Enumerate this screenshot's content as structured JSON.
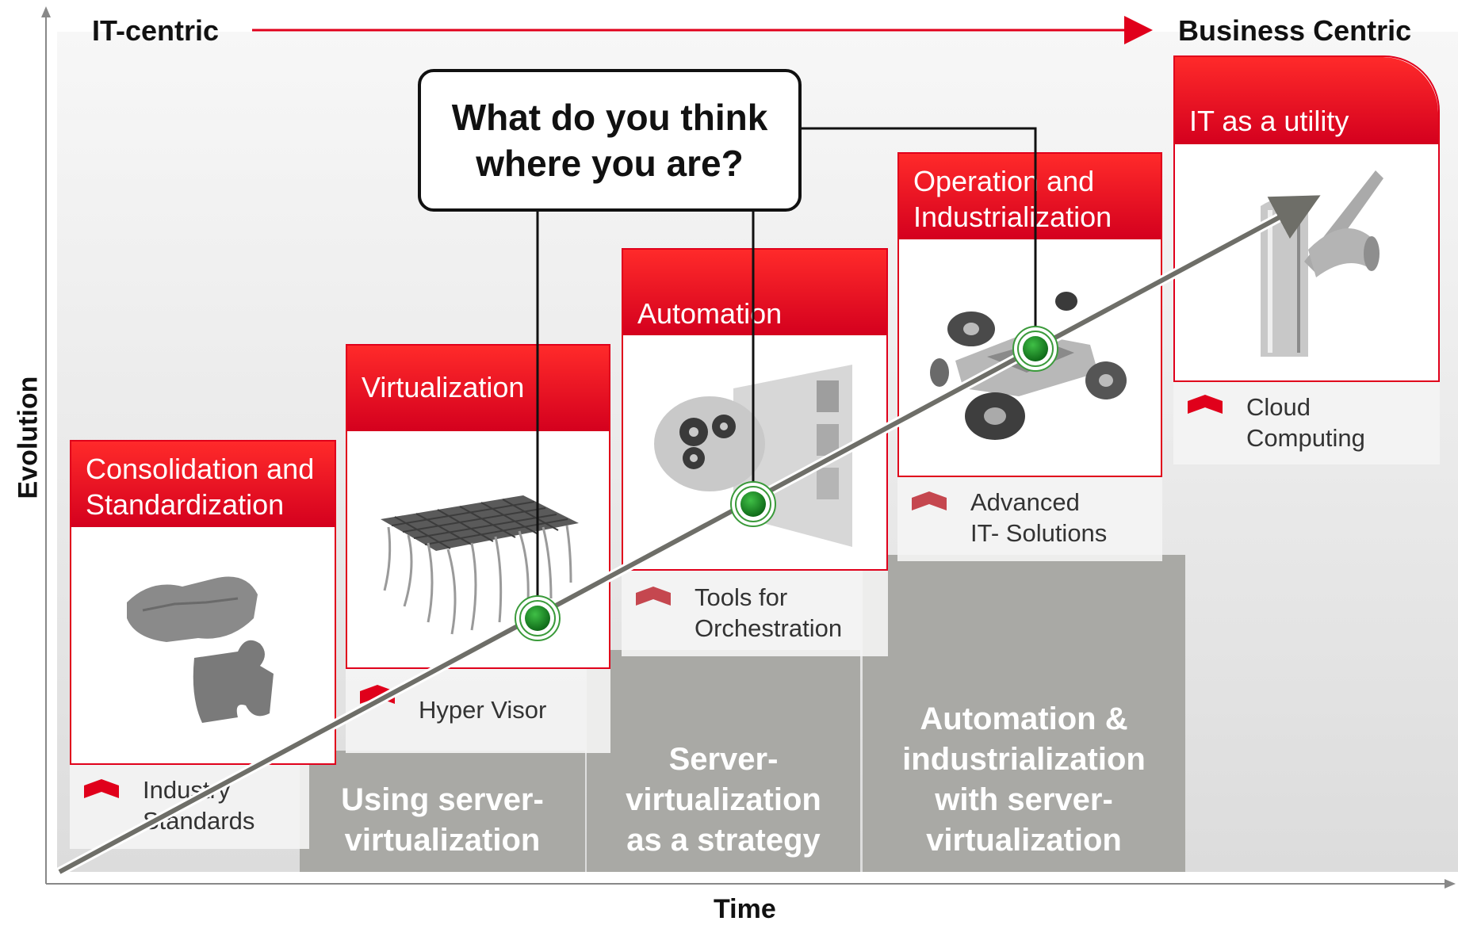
{
  "header": {
    "left_label": "IT-centric",
    "right_label": "Business Centric"
  },
  "axes": {
    "y_label": "Evolution",
    "x_label": "Time"
  },
  "callout": {
    "line1": "What do you think",
    "line2": "where you are?"
  },
  "stages": [
    {
      "title_line1": "Consolidation and",
      "title_line2": "Standardization",
      "image": "puzzle-pieces-image",
      "tag_line1": "Industry",
      "tag_line2": "Standards"
    },
    {
      "title_line1": "Virtualization",
      "title_line2": "",
      "image": "server-grid-image",
      "tag_line1": "Hyper Visor",
      "tag_line2": ""
    },
    {
      "title_line1": "Automation",
      "title_line2": "",
      "image": "gears-panel-image",
      "tag_line1": "Tools for",
      "tag_line2": "Orchestration"
    },
    {
      "title_line1": "Operation and",
      "title_line2": "Industrialization",
      "image": "exploded-car-image",
      "tag_line1": "Advanced",
      "tag_line2": "IT- Solutions"
    },
    {
      "title_line1": "IT as a utility",
      "title_line2": "",
      "image": "faucet-image",
      "tag_line1": "Cloud",
      "tag_line2": "Computing"
    }
  ],
  "bands": [
    {
      "lines": [
        "Using server-",
        "virtualization"
      ]
    },
    {
      "lines": [
        "Server-",
        "virtualization",
        "as a strategy"
      ]
    },
    {
      "lines": [
        "Automation &",
        "industrialization",
        "with server-",
        "virtualization"
      ]
    }
  ],
  "colors": {
    "accent_red": "#e0001b",
    "band_gray": "#a9a9a5",
    "marker_green": "#1a8a2a",
    "arrow_gray": "#6e6e68"
  }
}
